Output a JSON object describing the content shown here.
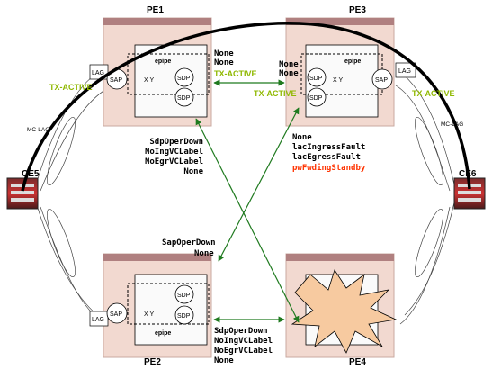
{
  "colors": {
    "active": "#8fb800",
    "standby": "#ff3300",
    "arrow": "#1f7a1f",
    "chassis_tint": "#f2d9d0",
    "arc": "#000000",
    "burst": "#f7caa0"
  },
  "nodes": {
    "pe1": {
      "title": "PE1",
      "service": "epipe",
      "lag": "LAG",
      "sap": "SAP",
      "sdp_a": "SDP",
      "sdp_b": "SDP",
      "xy": "X  Y"
    },
    "pe2": {
      "title": "PE2",
      "service": "epipe",
      "lag": "LAG",
      "sap": "SAP",
      "sdp_a": "SDP",
      "sdp_b": "SDP",
      "xy": "X  Y"
    },
    "pe3": {
      "title": "PE3",
      "service": "epipe",
      "lag": "LAG",
      "sap": "SAP",
      "sdp_a": "SDP",
      "sdp_b": "SDP",
      "xy": "X  Y"
    },
    "pe4": {
      "title": "PE4"
    },
    "ce5": {
      "title": "CE5"
    },
    "ce6": {
      "title": "CE6"
    }
  },
  "labels": {
    "mc_lag_left": "MC-LAG",
    "mc_lag_right": "MC-LAG",
    "tx_active_pe1_left": "TX-ACTIVE",
    "tx_active_pe3_right": "TX-ACTIVE",
    "tx_active_pe1_pe3_a": "TX-ACTIVE",
    "tx_active_pe1_pe3_b": "TX-ACTIVE"
  },
  "status": {
    "pe1_top": [
      "None",
      "None"
    ],
    "pe3_top": [
      "None",
      "None"
    ],
    "pe1_bottom": [
      "SdpOperDown",
      "NoIngVCLabel",
      "NoEgrVCLabel",
      "None"
    ],
    "pe3_bottom": [
      "None",
      "lacIngressFault",
      "lacEgressFault"
    ],
    "pe3_bottom_standby": "pwFwdingStandby",
    "pe2_top": [
      "SapOperDown",
      "None"
    ],
    "pe2_right": [
      "SdpOperDown",
      "NoIngVCLabel",
      "NoEgrVCLabel",
      "None"
    ]
  }
}
